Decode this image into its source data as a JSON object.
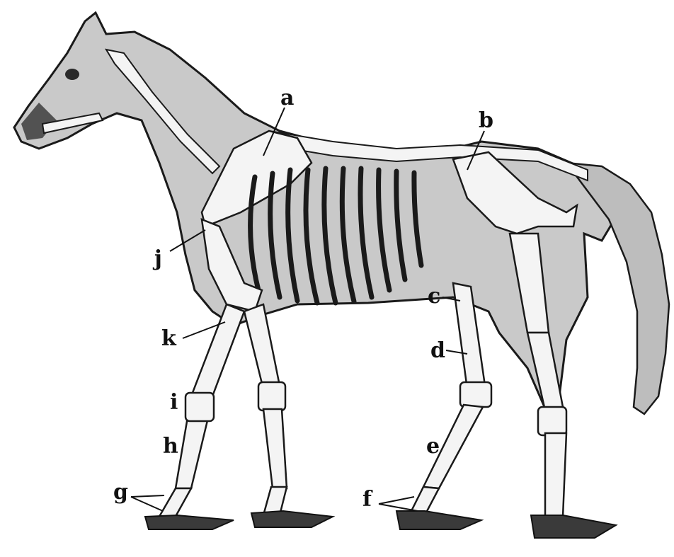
{
  "labels": {
    "a": "a",
    "b": "b",
    "c": "c",
    "d": "d",
    "e": "e",
    "f": "f",
    "g": "g",
    "h": "h",
    "i": "i",
    "j": "j",
    "k": "k"
  }
}
